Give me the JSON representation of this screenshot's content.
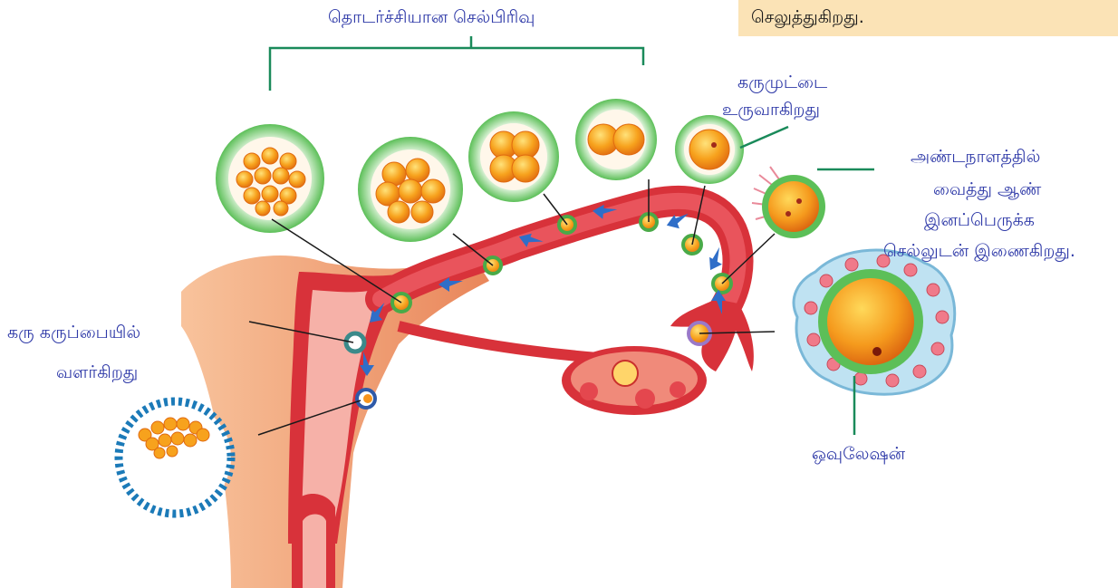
{
  "header_note": "செலுத்துகிறது.",
  "labels": {
    "continuous_division": "தொடர்ச்சியான செல்பிரிவு",
    "zygote_line1": "கருமுட்டை",
    "zygote_line2": "உருவாகிறது",
    "fertilization_line1": "அண்டநாளத்தில்",
    "fertilization_line2": "வைத்து ஆண்",
    "fertilization_line3": "இனப்பெருக்க",
    "fertilization_line4": "செல்லுடன் இணைகிறது.",
    "implant_line1": "கரு கருப்பையில்",
    "implant_line2": "வளர்கிறது",
    "ovulation": "ஒவுலேஷன்"
  },
  "colors": {
    "label_text": "#2f3aa8",
    "leader_line": "#1a8a5a",
    "tube_red": "#d8323a",
    "uterus_skin": "#f2a27a",
    "cell_orange": "#f7941d",
    "membrane_green": "#5cbf58",
    "note_bg": "#fbe3b6"
  }
}
